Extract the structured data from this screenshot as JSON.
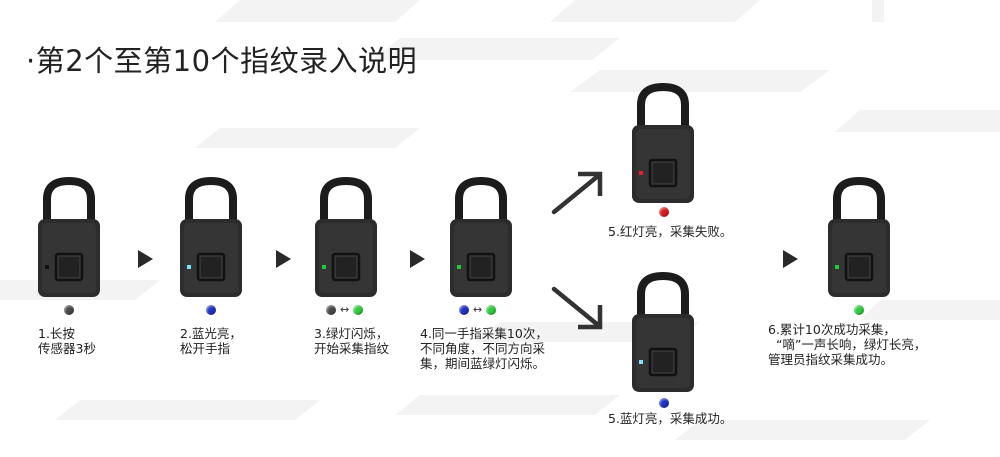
{
  "title": "·第2个至第10个指纹录入说明",
  "symbols": {
    "alternate": "↔"
  },
  "colors": {
    "blue": "#7fe3ff",
    "green": "#1ecb3a",
    "red": "#e8202a",
    "cyan": "#7fe3ff",
    "gray": "#4a4a4a",
    "blue_dot": "#2232c8",
    "green_dot": "#2ecf3a",
    "red_dot": "#e01a24"
  },
  "steps": [
    {
      "caption": "1.长按\n传感器3秒"
    },
    {
      "caption": "2.蓝光亮，\n松开手指"
    },
    {
      "caption": "3.绿灯闪烁，\n开始采集指纹"
    },
    {
      "caption": "4.同一手指采集10次，\n不同角度，不同方向采\n集，期间蓝绿灯闪烁。"
    },
    {
      "caption": "5.红灯亮，采集失败。"
    },
    {
      "caption": "5.蓝灯亮，采集成功。"
    },
    {
      "caption": "6.累计10次成功采集，\n  “嘀”一声长响，绿灯长亮，\n管理员指纹采集成功。"
    }
  ]
}
